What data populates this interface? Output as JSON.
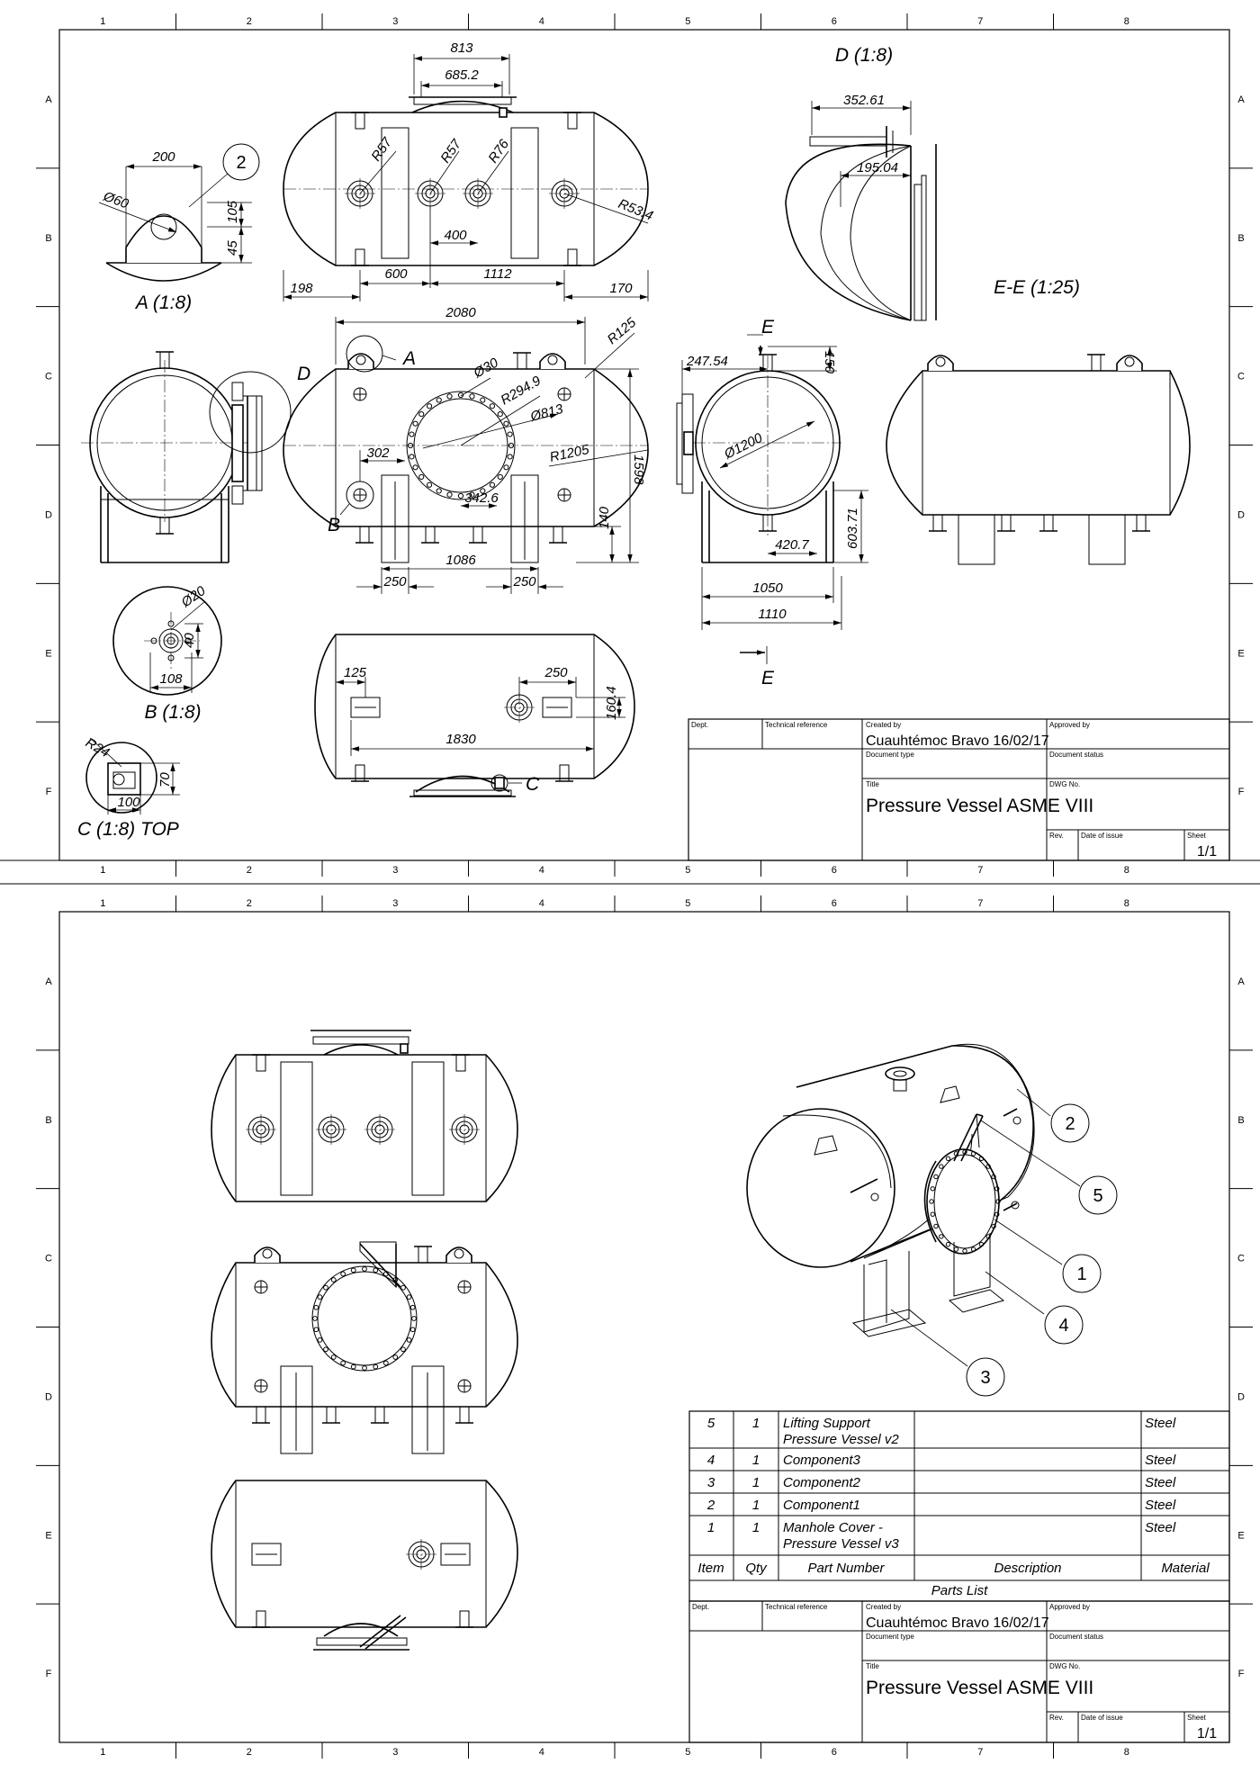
{
  "zones": {
    "columns": [
      "1",
      "2",
      "3",
      "4",
      "5",
      "6",
      "7",
      "8"
    ],
    "rows": [
      "A",
      "B",
      "C",
      "D",
      "E",
      "F"
    ]
  },
  "views": {
    "a": "A (1:8)",
    "b": "B (1:8)",
    "c": "C (1:8) TOP",
    "d": "D (1:8)",
    "ee": "E-E (1:25)",
    "marker_a": "A",
    "marker_b": "B",
    "marker_c": "C",
    "marker_d": "D",
    "marker_e": "E"
  },
  "dimensions": {
    "top_813": "813",
    "top_685": "685.2",
    "r57a": "R57",
    "r57b": "R57",
    "r76": "R76",
    "r53": "R53.4",
    "d400": "400",
    "d600": "600",
    "d1112": "1112",
    "d198": "198",
    "d170": "170",
    "a200": "200",
    "a60": "Ø60",
    "a105": "105",
    "a45": "45",
    "d2080": "2080",
    "r125": "R125",
    "o30": "Ø30",
    "r294": "R294.9",
    "o813": "Ø813",
    "r1205": "R1205",
    "d302": "302",
    "d342": "342.6",
    "d1598": "1598",
    "d140": "140",
    "d1086": "1086",
    "d250a": "250",
    "d250b": "250",
    "d247": "247.54",
    "d150": "150",
    "o1200": "Ø1200",
    "d420": "420.7",
    "d603": "603.71",
    "d1050": "1050",
    "d1110": "1110",
    "d352": "352.61",
    "d195": "195.04",
    "b20": "Ø20",
    "b40": "40",
    "b108": "108",
    "c24": "R24",
    "c70": "70",
    "c100": "100",
    "e125": "125",
    "e250": "250",
    "e160": "160.4",
    "e1830": "1830"
  },
  "title_block": {
    "dept": "Dept.",
    "tech_ref": "Technical reference",
    "created_by_label": "Created by",
    "created_by": "Cuauhtémoc Bravo 16/02/17",
    "approved_by": "Approved by",
    "doc_type": "Document type",
    "doc_status": "Document status",
    "title_label": "Title",
    "title": "Pressure Vessel ASME VIII",
    "dwg_no": "DWG No.",
    "rev": "Rev.",
    "date_issue": "Date of issue",
    "sheet_label": "Sheet",
    "sheet": "1/1"
  },
  "balloons": [
    "2",
    "5",
    "1",
    "4",
    "3"
  ],
  "parts_list": {
    "title": "Parts List",
    "headers": [
      "Item",
      "Qty",
      "Part Number",
      "Description",
      "Material"
    ],
    "rows": [
      {
        "item": "5",
        "qty": "1",
        "part": [
          "Lifting Support",
          "Pressure Vessel v2"
        ],
        "material": "Steel"
      },
      {
        "item": "4",
        "qty": "1",
        "part": [
          "Component3"
        ],
        "material": "Steel"
      },
      {
        "item": "3",
        "qty": "1",
        "part": [
          "Component2"
        ],
        "material": "Steel"
      },
      {
        "item": "2",
        "qty": "1",
        "part": [
          "Component1"
        ],
        "material": "Steel"
      },
      {
        "item": "1",
        "qty": "1",
        "part": [
          "Manhole Cover -",
          "Pressure Vessel v3"
        ],
        "material": "Steel"
      }
    ]
  }
}
